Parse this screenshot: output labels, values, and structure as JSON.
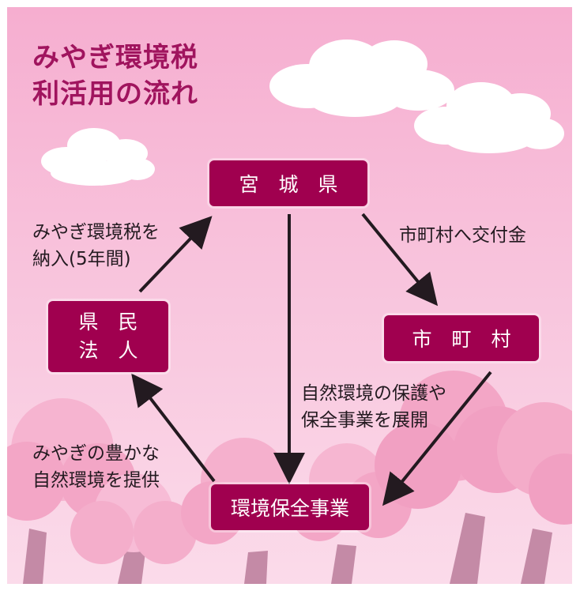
{
  "title": {
    "line1": "みやぎ環境税",
    "line2": "利活用の流れ"
  },
  "nodes": {
    "prefecture": "宮　城　県",
    "municipality": "市　町　村",
    "residents_line1": "県　民",
    "residents_line2": "法　人",
    "project": "環境保全事業"
  },
  "edges": {
    "pay_tax_line1": "みやぎ環境税を",
    "pay_tax_line2": "納入(5年間)",
    "grant": "市町村へ交付金",
    "conserve_line1": "自然環境の保護や",
    "conserve_line2": "保全事業を展開",
    "provide_line1": "みやぎの豊かな",
    "provide_line2": "自然環境を提供"
  },
  "colors": {
    "node_fill": "#a0004f",
    "title_text": "#a0145e",
    "sky_top": "#f6aed0",
    "tree": "#f3a6c6",
    "trunk": "#c48aa6"
  }
}
